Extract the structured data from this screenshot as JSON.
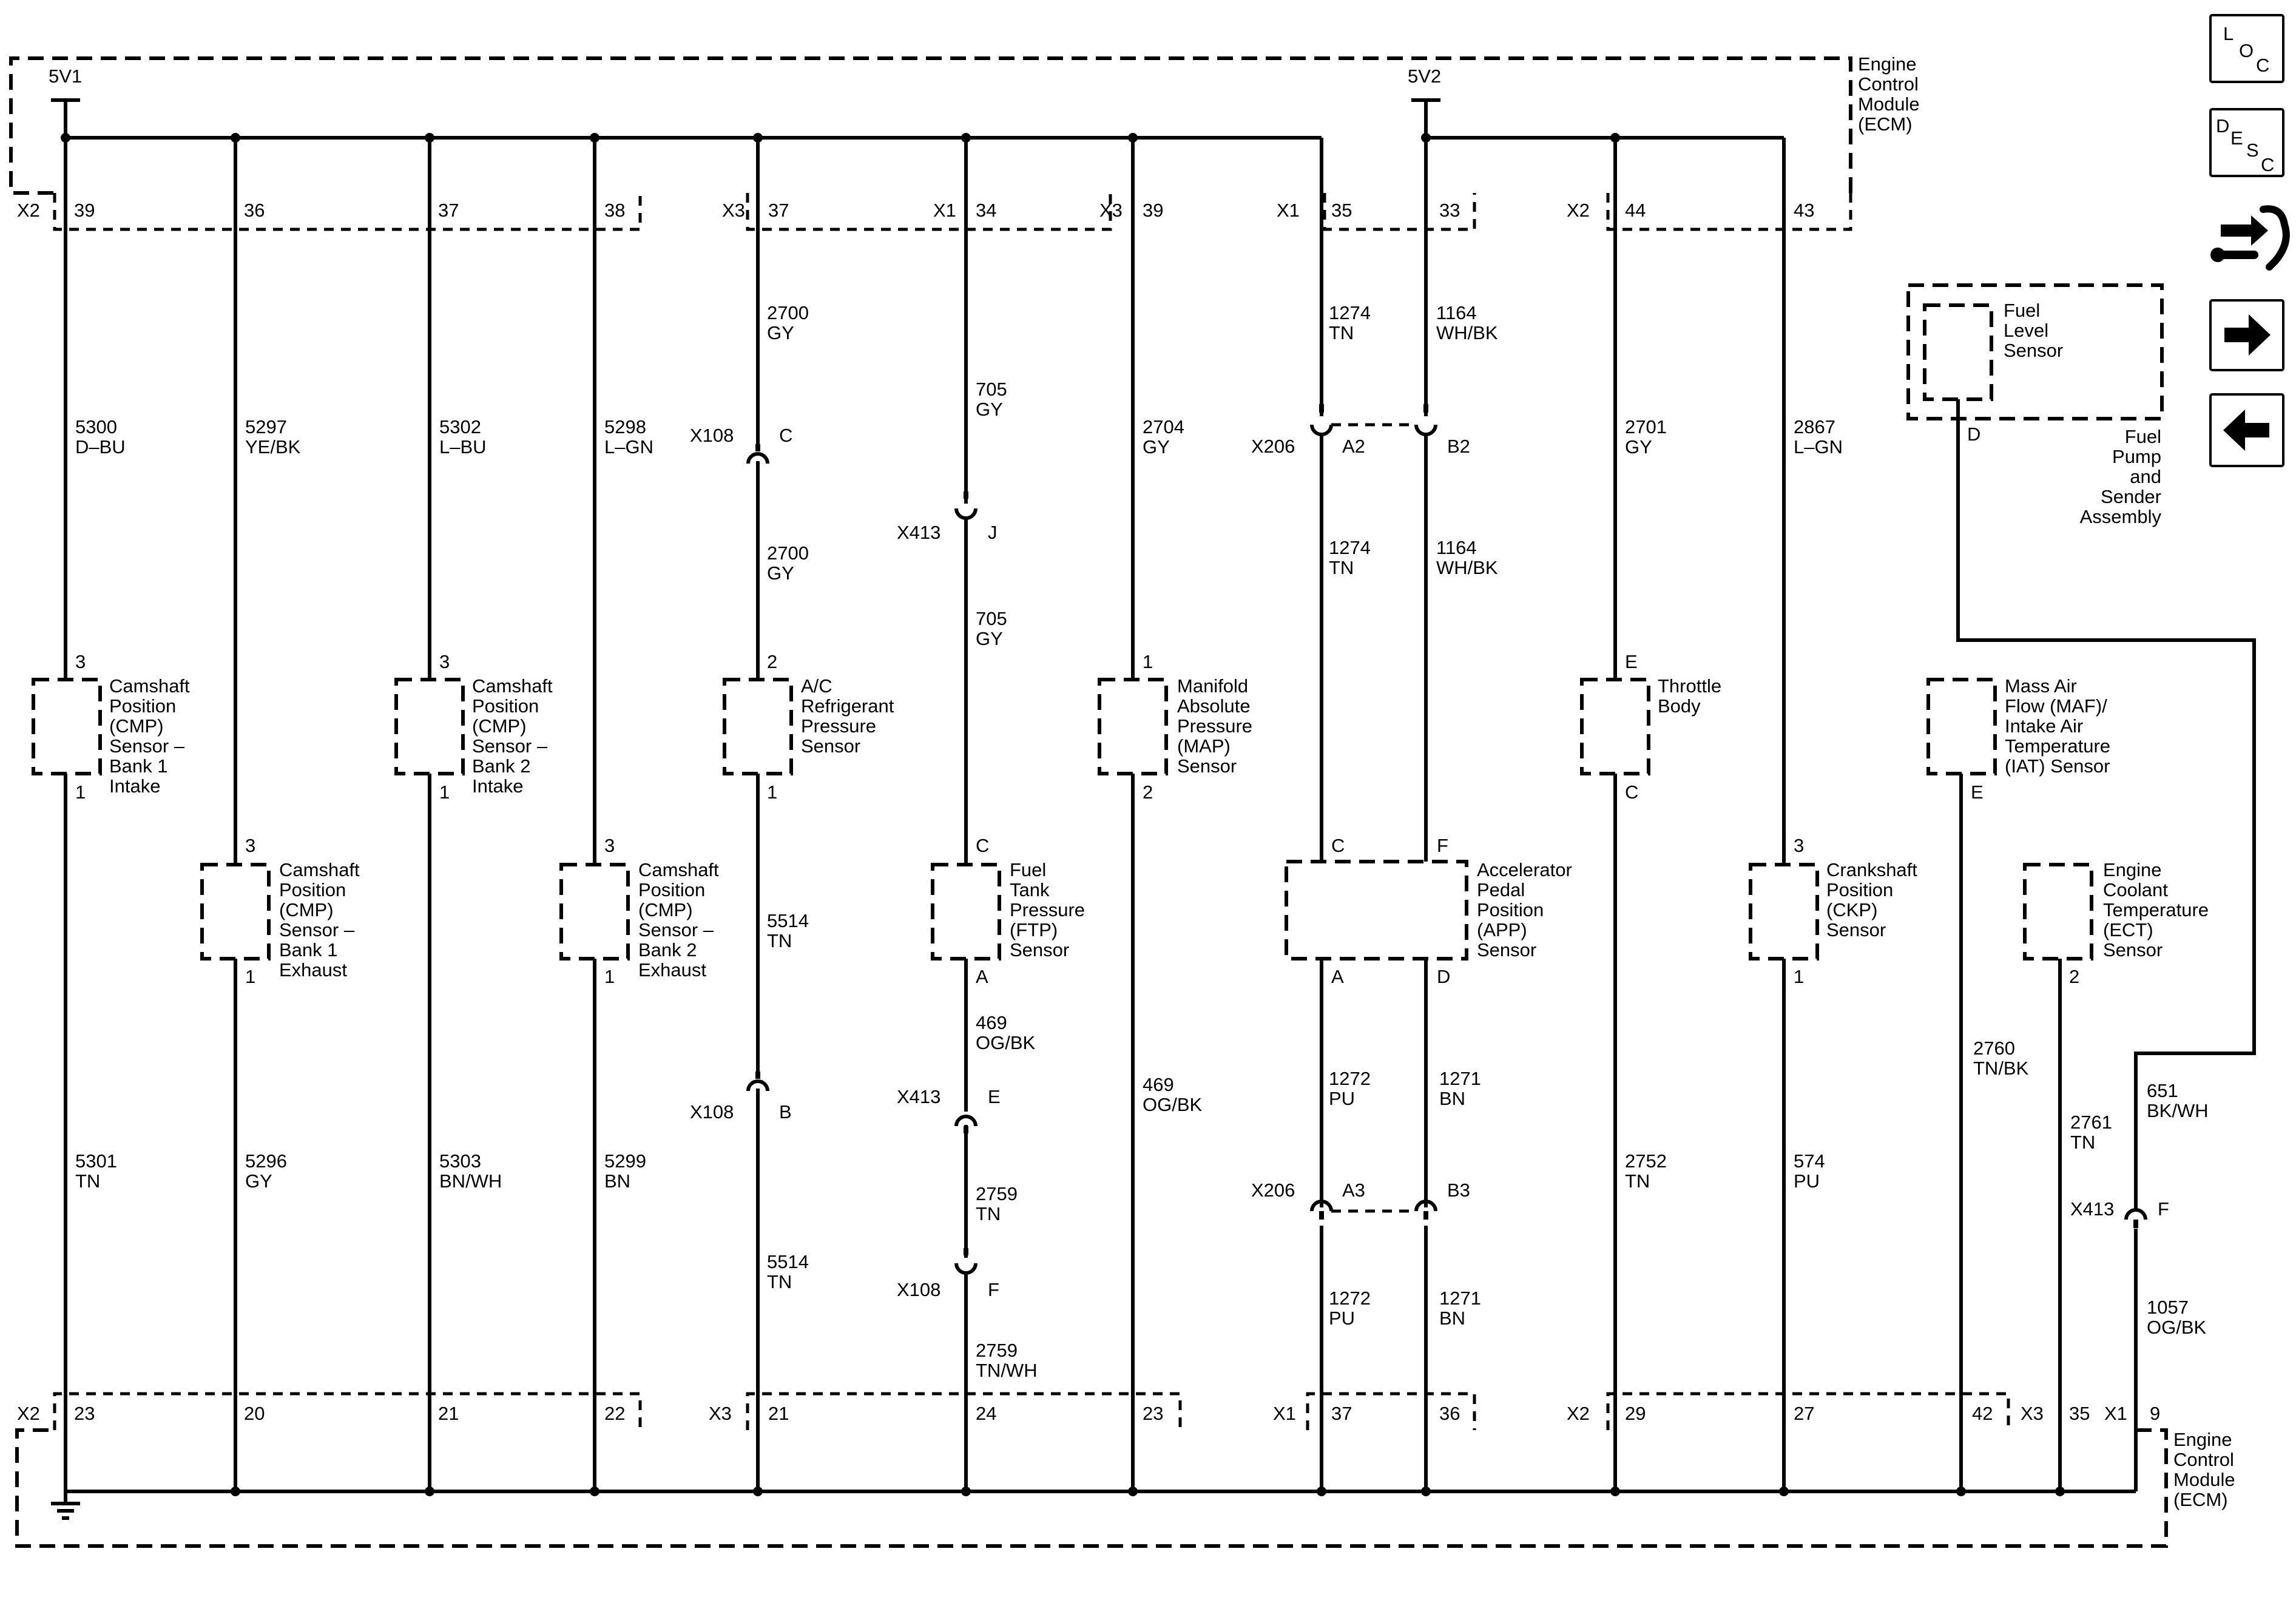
{
  "ecm_top": {
    "name": [
      "Engine",
      "Control",
      "Module",
      "(ECM)"
    ],
    "supply1": "5V1",
    "supply2": "5V2"
  },
  "ecm_bottom": {
    "name": [
      "Engine",
      "Control",
      "Module",
      "(ECM)"
    ]
  },
  "top_pins": [
    {
      "conn": "X2",
      "pin": "39"
    },
    {
      "pin": "36"
    },
    {
      "pin": "37"
    },
    {
      "pin": "38"
    },
    {
      "conn": "X3",
      "pin": "37"
    },
    {
      "conn": "X1",
      "pin": "34"
    },
    {
      "conn": "X3",
      "pin": "39"
    },
    {
      "conn": "X1",
      "pin": "35"
    },
    {
      "pin": "33"
    },
    {
      "conn": "X2",
      "pin": "44"
    },
    {
      "pin": "43"
    }
  ],
  "bottom_pins": [
    {
      "conn": "X2",
      "pin": "23"
    },
    {
      "pin": "20"
    },
    {
      "pin": "21"
    },
    {
      "pin": "22"
    },
    {
      "conn": "X3",
      "pin": "21"
    },
    {
      "pin": "24"
    },
    {
      "pin": "23"
    },
    {
      "conn": "X1",
      "pin": "37"
    },
    {
      "pin": "36"
    },
    {
      "conn": "X2",
      "pin": "29"
    },
    {
      "pin": "27"
    },
    {
      "pin": "42"
    },
    {
      "conn": "X3",
      "pin": "35"
    },
    {
      "conn": "X1",
      "pin": "9"
    }
  ],
  "sensors": {
    "cmp_b1_intake": [
      "Camshaft",
      "Position",
      "(CMP)",
      "Sensor –",
      "Bank 1",
      "Intake"
    ],
    "cmp_b1_exhaust": [
      "Camshaft",
      "Position",
      "(CMP)",
      "Sensor –",
      "Bank 1",
      "Exhaust"
    ],
    "cmp_b2_intake": [
      "Camshaft",
      "Position",
      "(CMP)",
      "Sensor –",
      "Bank 2",
      "Intake"
    ],
    "cmp_b2_exhaust": [
      "Camshaft",
      "Position",
      "(CMP)",
      "Sensor –",
      "Bank 2",
      "Exhaust"
    ],
    "ac": [
      "A/C",
      "Refrigerant",
      "Pressure",
      "Sensor"
    ],
    "ftp": [
      "Fuel",
      "Tank",
      "Pressure",
      "(FTP)",
      "Sensor"
    ],
    "map": [
      "Manifold",
      "Absolute",
      "Pressure",
      "(MAP)",
      "Sensor"
    ],
    "app": [
      "Accelerator",
      "Pedal",
      "Position",
      "(APP)",
      "Sensor"
    ],
    "throttle": [
      "Throttle",
      "Body"
    ],
    "ckp": [
      "Crankshaft",
      "Position",
      "(CKP)",
      "Sensor"
    ],
    "maf": [
      "Mass Air",
      "Flow (MAF)/",
      "Intake Air",
      "Temperature",
      "(IAT) Sensor"
    ],
    "ect": [
      "Engine",
      "Coolant",
      "Temperature",
      "(ECT)",
      "Sensor"
    ],
    "fuel_level": [
      "Fuel",
      "Level",
      "Sensor"
    ],
    "fuel_pump": [
      "Fuel",
      "Pump",
      "and",
      "Sender",
      "Assembly"
    ]
  },
  "sensor_pins": {
    "cmp_b1_intake": [
      "3",
      "1"
    ],
    "cmp_b1_exhaust": [
      "3",
      "1"
    ],
    "cmp_b2_intake": [
      "3",
      "1"
    ],
    "cmp_b2_exhaust": [
      "3",
      "1"
    ],
    "ac": [
      "2",
      "1"
    ],
    "ftp": [
      "C",
      "A"
    ],
    "map": [
      "1",
      "2"
    ],
    "app": [
      "C",
      "F",
      "A",
      "D"
    ],
    "throttle": [
      "E",
      "C"
    ],
    "ckp": [
      "3",
      "1"
    ],
    "maf": [
      "E"
    ],
    "ect": [
      "2"
    ],
    "fuel_level": [
      "D"
    ]
  },
  "wires": {
    "w5300": [
      "5300",
      "D–BU"
    ],
    "w5301": [
      "5301",
      "TN"
    ],
    "w5297": [
      "5297",
      "YE/BK"
    ],
    "w5296": [
      "5296",
      "GY"
    ],
    "w5302": [
      "5302",
      "L–BU"
    ],
    "w5303": [
      "5303",
      "BN/WH"
    ],
    "w5298": [
      "5298",
      "L–GN"
    ],
    "w5299": [
      "5299",
      "BN"
    ],
    "w2700a": [
      "2700",
      "GY"
    ],
    "w2700b": [
      "2700",
      "GY"
    ],
    "w5514a": [
      "5514",
      "TN"
    ],
    "w5514b": [
      "5514",
      "TN"
    ],
    "w705a": [
      "705",
      "GY"
    ],
    "w705b": [
      "705",
      "GY"
    ],
    "w469a": [
      "469",
      "OG/BK"
    ],
    "w2759a": [
      "2759",
      "TN"
    ],
    "w2759b": [
      "2759",
      "TN/WH"
    ],
    "w2704": [
      "2704",
      "GY"
    ],
    "w469b": [
      "469",
      "OG/BK"
    ],
    "w1274a": [
      "1274",
      "TN"
    ],
    "w1274b": [
      "1274",
      "TN"
    ],
    "w1164a": [
      "1164",
      "WH/BK"
    ],
    "w1164b": [
      "1164",
      "WH/BK"
    ],
    "w1272a": [
      "1272",
      "PU"
    ],
    "w1272b": [
      "1272",
      "PU"
    ],
    "w1271a": [
      "1271",
      "BN"
    ],
    "w1271b": [
      "1271",
      "BN"
    ],
    "w2701": [
      "2701",
      "GY"
    ],
    "w2752": [
      "2752",
      "TN"
    ],
    "w2867": [
      "2867",
      "L–GN"
    ],
    "w574": [
      "574",
      "PU"
    ],
    "w2760": [
      "2760",
      "TN/BK"
    ],
    "w2761": [
      "2761",
      "TN"
    ],
    "w651": [
      "651",
      "BK/WH"
    ],
    "w1057": [
      "1057",
      "OG/BK"
    ]
  },
  "inline_connectors": {
    "x108_c": [
      "X108",
      "C"
    ],
    "x108_b": [
      "X108",
      "B"
    ],
    "x108_f": [
      "X108",
      "F"
    ],
    "x413_j": [
      "X413",
      "J"
    ],
    "x413_e": [
      "X413",
      "E"
    ],
    "x413_f": [
      "X413",
      "F"
    ],
    "x206_a2": [
      "X206",
      "A2",
      "B2"
    ],
    "x206_a3": [
      "X206",
      "A3",
      "B3"
    ]
  },
  "nav": {
    "loc": [
      "L",
      "O",
      "C"
    ],
    "desc": [
      "D",
      "E",
      "S",
      "C"
    ]
  }
}
